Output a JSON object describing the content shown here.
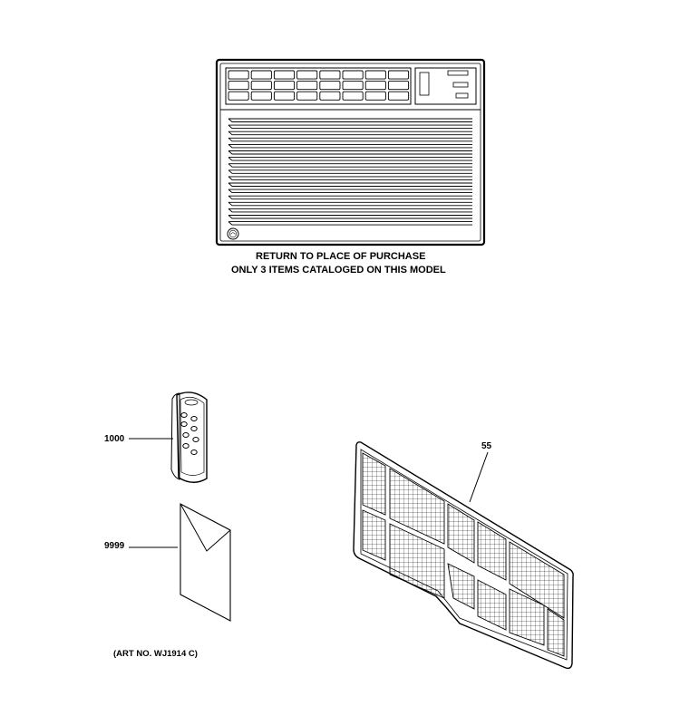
{
  "notes": {
    "line1": "RETURN TO PLACE OF PURCHASE",
    "line2": "ONLY 3 ITEMS CATALOGED ON THIS MODEL"
  },
  "parts": [
    {
      "id": "remote",
      "callout": "1000"
    },
    {
      "id": "manual",
      "callout": "9999"
    },
    {
      "id": "filter",
      "callout": "55"
    }
  ],
  "art_number": "(ART NO. WJ1914 C)",
  "colors": {
    "line": "#000000",
    "background": "#ffffff"
  }
}
